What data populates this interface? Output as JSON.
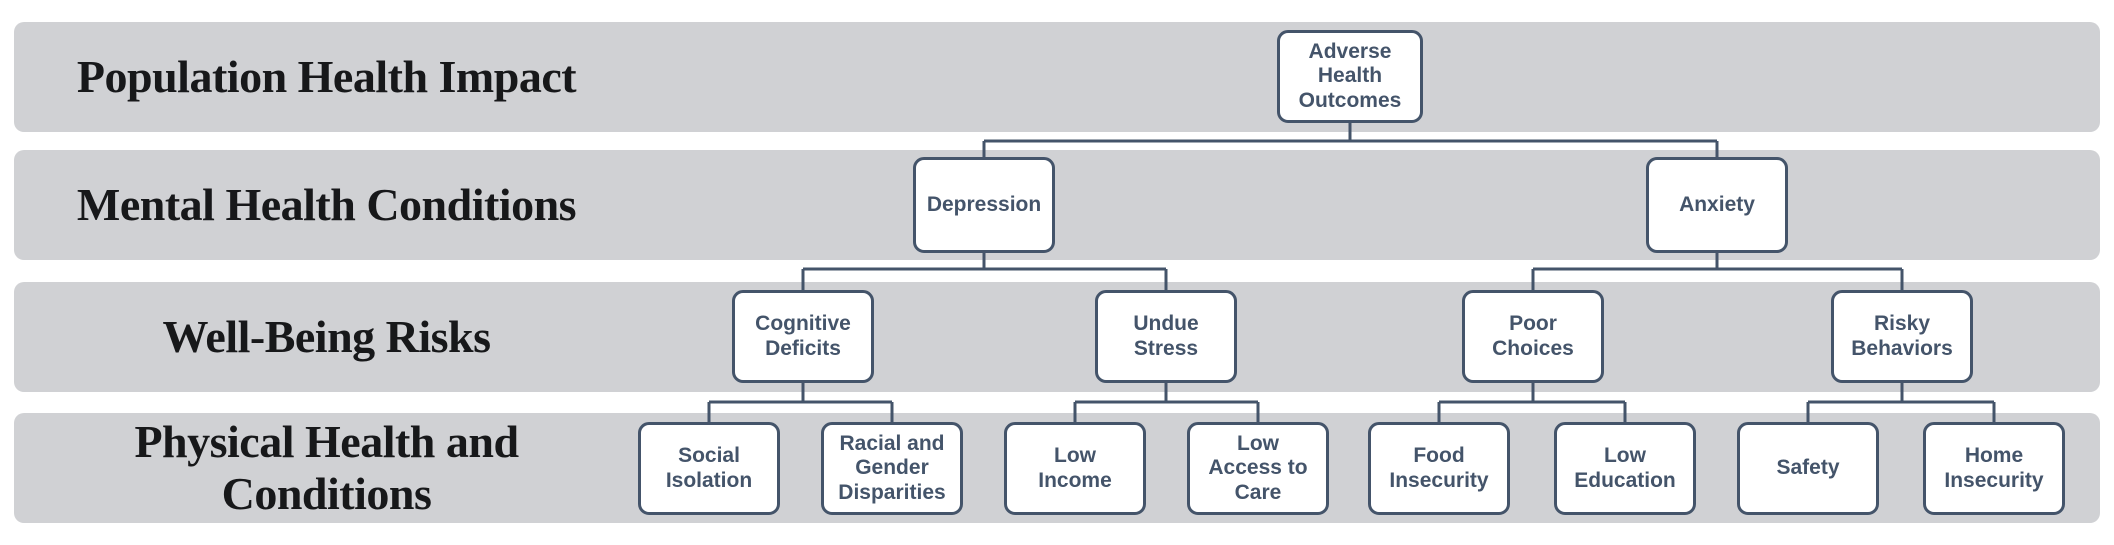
{
  "colors": {
    "lane_background": "#d0d1d4",
    "node_fill": "#ffffff",
    "node_border": "#44546a",
    "node_text": "#44546a",
    "connector": "#44546a",
    "lane_label_text": "#17181a",
    "page_background": "#ffffff"
  },
  "lanes": [
    {
      "label": "Population Health Impact"
    },
    {
      "label": "Mental Health Conditions"
    },
    {
      "label": "Well-Being Risks"
    },
    {
      "label": "Physical Health and\nConditions"
    }
  ],
  "tree": {
    "label": "Adverse\nHealth\nOutcomes",
    "children": [
      {
        "label": "Depression",
        "children": [
          {
            "label": "Cognitive\nDeficits",
            "children": [
              {
                "label": "Social\nIsolation"
              },
              {
                "label": "Racial and\nGender\nDisparities"
              }
            ]
          },
          {
            "label": "Undue\nStress",
            "children": [
              {
                "label": "Low\nIncome"
              },
              {
                "label": "Low\nAccess to\nCare"
              }
            ]
          }
        ]
      },
      {
        "label": "Anxiety",
        "children": [
          {
            "label": "Poor\nChoices",
            "children": [
              {
                "label": "Food\nInsecurity"
              },
              {
                "label": "Low\nEducation"
              }
            ]
          },
          {
            "label": "Risky\nBehaviors",
            "children": [
              {
                "label": "Safety"
              },
              {
                "label": "Home\nInsecurity"
              }
            ]
          }
        ]
      }
    ]
  }
}
